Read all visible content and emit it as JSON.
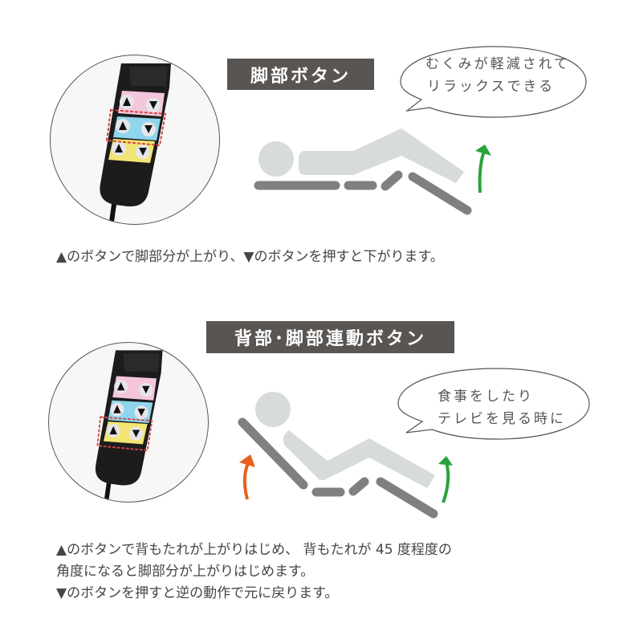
{
  "section1": {
    "title": "脚部ボタン",
    "bubble": {
      "line1": "むくみが軽減されて",
      "line2": "リラックスできる"
    },
    "description": "▲のボタンで脚部分が上がり、▼のボタンを押すと下がります。",
    "highlighted_button_row": "blue",
    "arrow_colors": {
      "leg": "#2aa33a"
    }
  },
  "section2": {
    "title": "背部･脚部連動ボタン",
    "bubble": {
      "line1": "食事をしたり",
      "line2": "テレビを見る時に"
    },
    "description": {
      "line1": "▲のボタンで背もたれが上がりはじめ、 背もたれが 45 度程度の",
      "line2": "角度になると脚部分が上がりはじめます。",
      "line3": "▼のボタンを押すと逆の動作で元に戻ります。"
    },
    "highlighted_button_row": "yellow",
    "arrow_colors": {
      "back": "#e8601c",
      "leg": "#2aa33a"
    }
  },
  "remote": {
    "rows": [
      {
        "color": "#f4c6dc",
        "name": "pink"
      },
      {
        "color": "#8fd6ec",
        "name": "blue"
      },
      {
        "color": "#f2e574",
        "name": "yellow"
      }
    ],
    "highlight_color": "#d64545"
  }
}
